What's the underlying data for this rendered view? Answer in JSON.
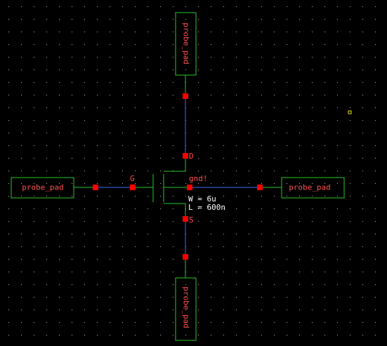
{
  "colors": {
    "background": "#000000",
    "grid_dot": "#b8b8b8",
    "wire": "#3a6cff",
    "pin": "#ff0000",
    "instance_box": "#28c828",
    "device_line": "#28c828",
    "pin_label": "#ff5050",
    "instance_label": "#ff5050",
    "param_text": "#ffffff",
    "marker": "#e6e600"
  },
  "probe_pads": {
    "top": {
      "label": "probe_pad"
    },
    "bottom": {
      "label": "probe_pad"
    },
    "left": {
      "label": "probe_pad"
    },
    "right": {
      "label": "probe_pad"
    }
  },
  "transistor": {
    "pins": {
      "drain": "D",
      "gate": "G",
      "source": "S",
      "bulk": "gnd!"
    },
    "params": {
      "width": "W = 6u",
      "length": "L = 600n"
    }
  }
}
